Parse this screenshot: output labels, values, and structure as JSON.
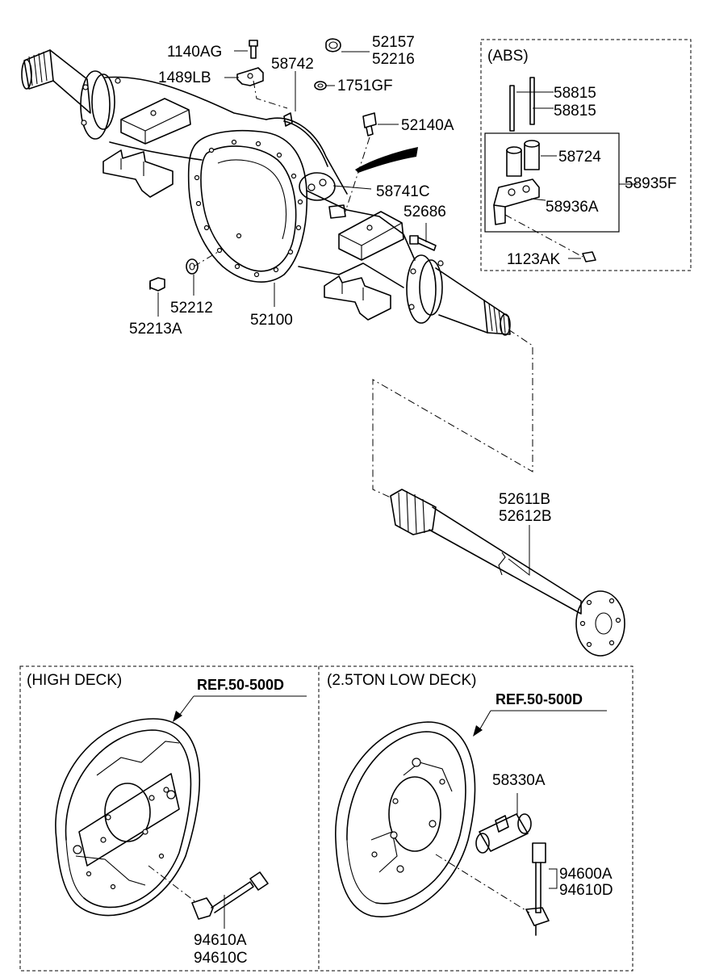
{
  "labels": {
    "p1140AG": "1140AG",
    "p1489LB": "1489LB",
    "p58742": "58742",
    "p52157": "52157",
    "p52216": "52216",
    "p1751GF": "1751GF",
    "p52140A": "52140A",
    "p58741C": "58741C",
    "p52686": "52686",
    "p52213A": "52213A",
    "p52212": "52212",
    "p52100": "52100",
    "p52611B": "52611B",
    "p52612B": "52612B",
    "p94610A": "94610A",
    "p94610C": "94610C",
    "p58330A": "58330A",
    "p94600A": "94600A",
    "p94610D": "94610D"
  },
  "abs": {
    "title": "(ABS)",
    "p58815a": "58815",
    "p58815b": "58815",
    "p58724": "58724",
    "p58935F": "58935F",
    "p58936A": "58936A",
    "p1123AK": "1123AK"
  },
  "high_deck": {
    "title": "(HIGH DECK)",
    "ref": "REF.50-500D"
  },
  "low_deck": {
    "title": "(2.5TON LOW DECK)",
    "ref": "REF.50-500D"
  }
}
